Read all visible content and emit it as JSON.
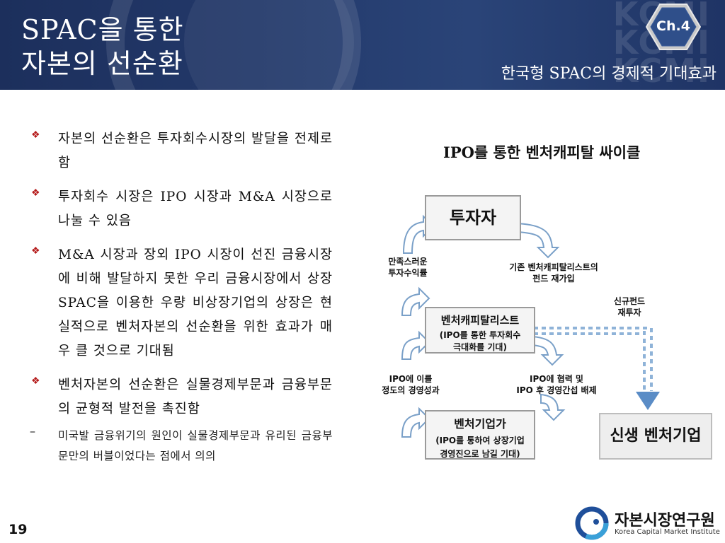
{
  "header": {
    "title_line1": "SPAC을 통한",
    "title_line2": "자본의 선순환",
    "subtitle": "한국형 SPAC의 경제적 기대효과",
    "chapter_badge": "Ch.4",
    "watermark_text": "KCMI"
  },
  "bullets": [
    "자본의 선순환은 투자회수시장의 발달을 전제로 함",
    "투자회수 시장은 IPO 시장과 M&A 시장으로 나눌 수 있음",
    "M&A 시장과 장외 IPO 시장이 선진 금융시장에 비해 발달하지 못한 우리 금융시장에서 상장 SPAC을 이용한 우량 비상장기업의 상장은 현실적으로 벤처자본의 선순환을 위한 효과가 매우 클 것으로 기대됨",
    "벤처자본의 선순환은 실물경제부문과 금융부문의 균형적 발전을 촉진함"
  ],
  "sub_note": "미국발 금융위기의 원인이 실물경제부문과 유리된 금융부문만의 버블이었다는 점에서 의의",
  "diagram": {
    "title": "IPO를 통한 벤처캐피탈 싸이클",
    "investor": "투자자",
    "vc_line1": "벤처캐피탈리스트",
    "vc_line2": "(IPO를 통한 투자회수",
    "vc_line3": "극대화를 기대)",
    "venture_line1": "벤처기업가",
    "venture_line2": "(IPO를 통하여 상장기업",
    "venture_line3": "경영진으로 남길 기대)",
    "new_venture": "신생 벤처기업",
    "label_satisfy_1": "만족스러운",
    "label_satisfy_2": "투자수익률",
    "label_refund_1": "기존 벤처캐피탈리스트의",
    "label_refund_2": "펀드 재가입",
    "label_newfund_1": "신규펀드",
    "label_newfund_2": "재투자",
    "label_ipo_perf_1": "IPO에 이를",
    "label_ipo_perf_2": "정도의 경영성과",
    "label_ipo_coop_1": "IPO에 협력 및",
    "label_ipo_coop_2": "IPO 후 경영간섭 배제"
  },
  "footer": {
    "page_number": "19",
    "logo_korean": "자본시장연구원",
    "logo_english": "Korea Capital Market Institute"
  },
  "colors": {
    "header_bg": "#23396a",
    "bullet_mark": "#b51b1b",
    "arrow_outline": "#7aa0c8",
    "arrow_fill": "#ffffff",
    "dashed_arrow": "#8fb3d8"
  }
}
